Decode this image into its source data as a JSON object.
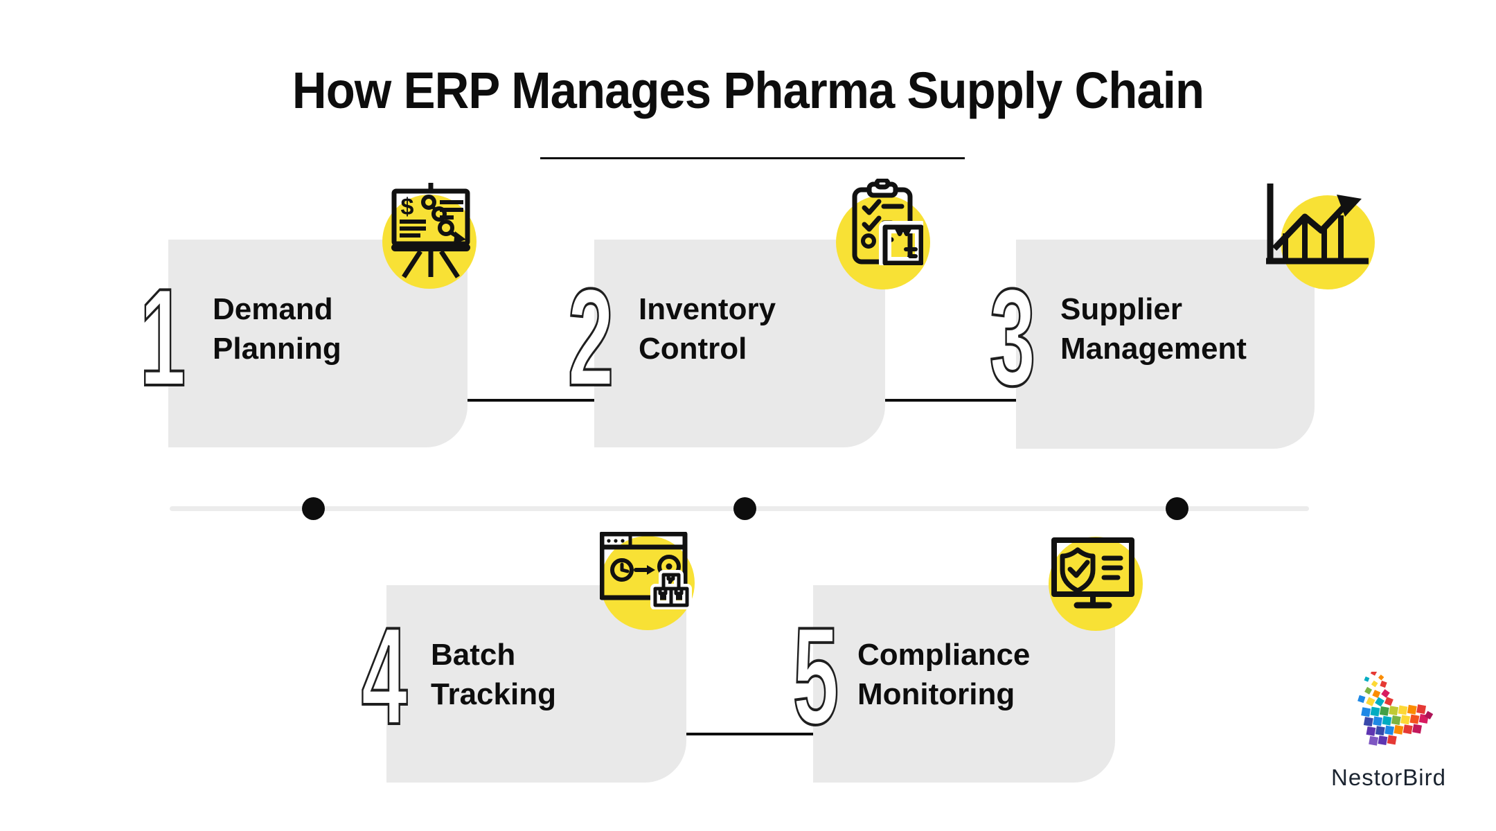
{
  "title": "How ERP Manages Pharma Supply Chain",
  "steps": [
    {
      "number": "1",
      "label": [
        "Demand",
        "Planning"
      ],
      "icon": "presentation-chart-icon"
    },
    {
      "number": "2",
      "label": [
        "Inventory",
        "Control"
      ],
      "icon": "clipboard-package-icon"
    },
    {
      "number": "3",
      "label": [
        "Supplier",
        "Management"
      ],
      "icon": "growth-chart-icon"
    },
    {
      "number": "4",
      "label": [
        "Batch",
        "Tracking"
      ],
      "icon": "shipment-tracking-icon"
    },
    {
      "number": "5",
      "label": [
        "Compliance",
        "Monitoring"
      ],
      "icon": "shield-monitor-icon"
    }
  ],
  "brand": {
    "name": "NestorBird",
    "logo_icon": "pixel-bird-icon"
  },
  "colors": {
    "accent_yellow": "#F8E135",
    "card_gray": "#E9E9E9",
    "timeline_gray": "#ECECEC",
    "ink": "#111111",
    "number_outline": "#1F1F1F",
    "brand_text": "#1B2430"
  }
}
